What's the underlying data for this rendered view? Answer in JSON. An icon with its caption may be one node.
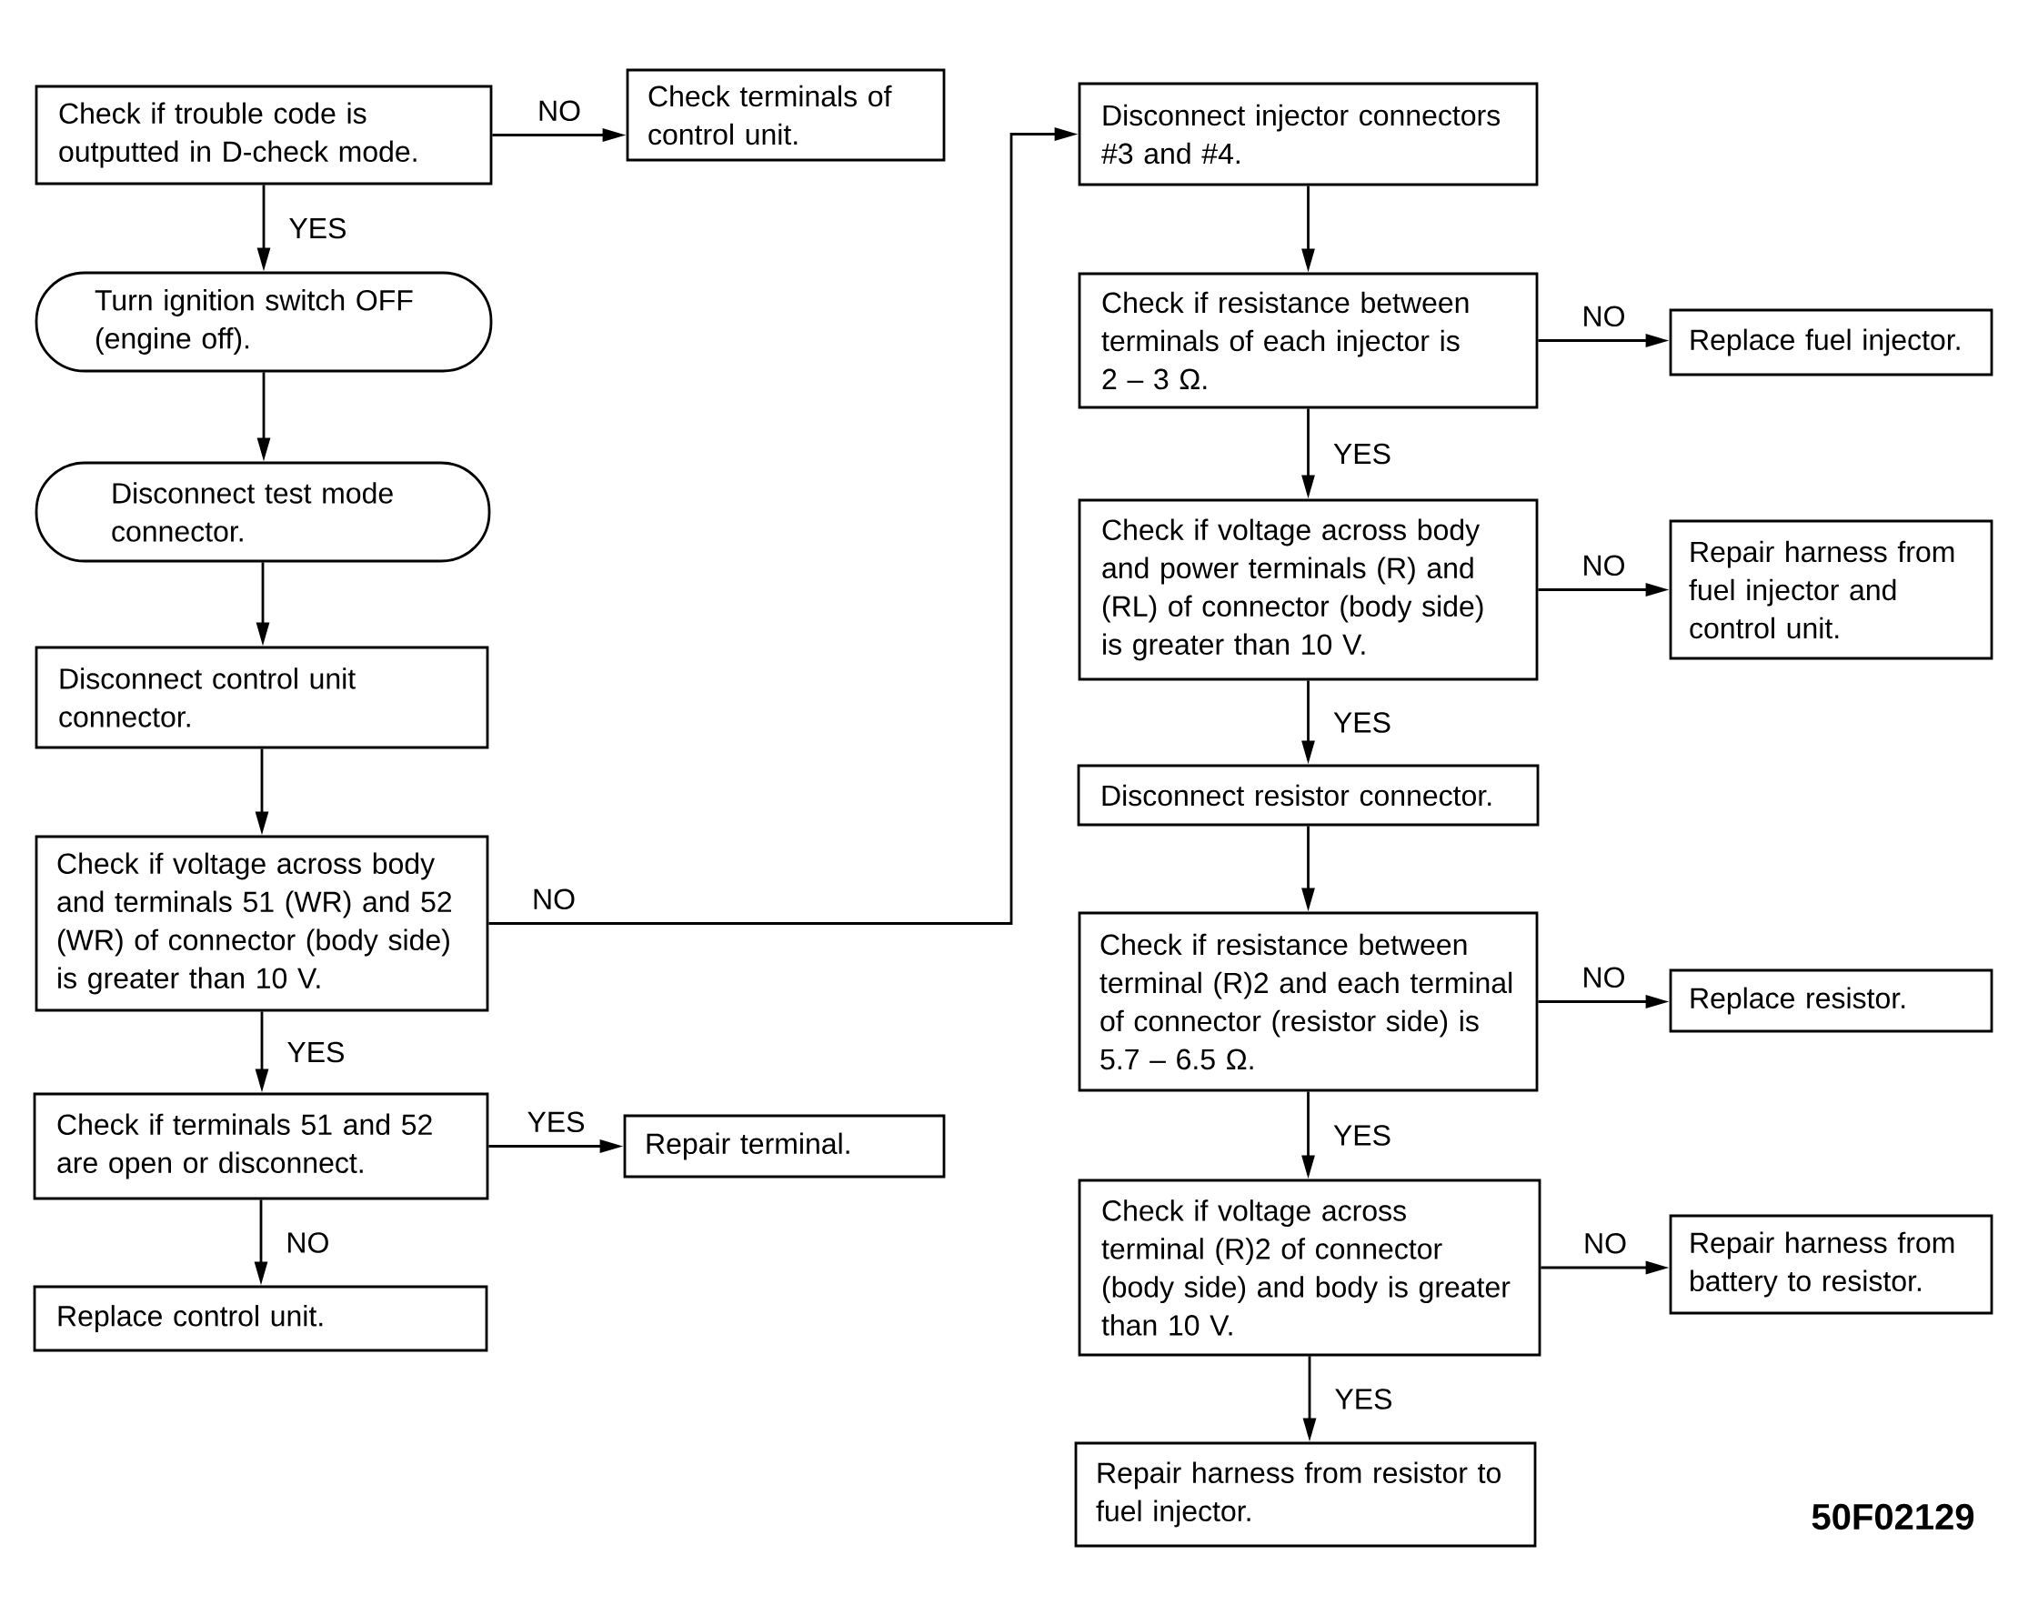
{
  "diagram": {
    "nodes": [
      {
        "text": [
          "Check if trouble code is outputted in D-check mode."
        ]
      },
      {
        "text": [
          "Check terminals of control unit."
        ]
      },
      {
        "text": [
          "Turn ignition switch OFF (engine off)."
        ]
      },
      {
        "text": [
          "Disconnect test mode connector."
        ]
      },
      {
        "text": [
          "Disconnect control unit connector."
        ]
      },
      {
        "text": [
          "Check if voltage across body and terminals 51 (WR) and 52 (WR) of connector (body side) is greater than 10 V."
        ]
      },
      {
        "text": [
          "Check if terminals 51 and 52 are open or disconnect."
        ]
      },
      {
        "text": [
          "Repair terminal."
        ]
      },
      {
        "text": [
          "Replace control unit."
        ]
      },
      {
        "text": [
          "Disconnect injector connectors #3 and #4."
        ]
      },
      {
        "text": [
          "Check if resistance between terminals of each injector is 2 – 3 Ω."
        ]
      },
      {
        "text": [
          "Replace fuel injector."
        ]
      },
      {
        "text": [
          "Check if voltage across body and power terminals (R) and (RL) of connector (body side) is greater than 10 V."
        ]
      },
      {
        "text": [
          "Repair harness from fuel injector and control unit."
        ]
      },
      {
        "text": [
          "Disconnect resistor connector."
        ]
      },
      {
        "text": [
          "Check if resistance between terminal (R)2 and each terminal of connector (resistor side) is 5.7 – 6.5 Ω."
        ]
      },
      {
        "text": [
          "Replace resistor."
        ]
      },
      {
        "text": [
          "Check if voltage across terminal (R)2 of connector (body side) and body is greater than 10 V."
        ]
      },
      {
        "text": [
          "Repair harness from battery to resistor."
        ]
      },
      {
        "text": [
          "Repair harness from resistor to fuel injector."
        ]
      }
    ],
    "edges": [
      {
        "from": 0,
        "to": 1,
        "arrow": "to",
        "label": "NO"
      },
      {
        "from": 0,
        "to": 2,
        "arrow": "to",
        "label": "YES"
      },
      {
        "from": 2,
        "to": 3,
        "arrow": "to"
      },
      {
        "from": 3,
        "to": 4,
        "arrow": "to"
      },
      {
        "from": 4,
        "to": 5,
        "arrow": "to"
      },
      {
        "from": 5,
        "to": 9,
        "arrow": "to",
        "label": "NO"
      },
      {
        "from": 5,
        "to": 6,
        "arrow": "to",
        "label": "YES"
      },
      {
        "from": 6,
        "to": 7,
        "arrow": "to",
        "label": "YES"
      },
      {
        "from": 6,
        "to": 8,
        "arrow": "to",
        "label": "NO"
      },
      {
        "from": 9,
        "to": 10,
        "arrow": "to"
      },
      {
        "from": 10,
        "to": 11,
        "arrow": "to",
        "label": "NO"
      },
      {
        "from": 10,
        "to": 12,
        "arrow": "to",
        "label": "YES"
      },
      {
        "from": 12,
        "to": 13,
        "arrow": "to",
        "label": "NO"
      },
      {
        "from": 12,
        "to": 14,
        "arrow": "to",
        "label": "YES"
      },
      {
        "from": 14,
        "to": 15,
        "arrow": "to"
      },
      {
        "from": 15,
        "to": 16,
        "arrow": "to",
        "label": "NO"
      },
      {
        "from": 15,
        "to": 17,
        "arrow": "to",
        "label": "YES"
      },
      {
        "from": 17,
        "to": 18,
        "arrow": "to",
        "label": "NO"
      },
      {
        "from": 17,
        "to": 19,
        "arrow": "to",
        "label": "YES"
      }
    ],
    "labels": [
      "50F02129"
    ]
  }
}
